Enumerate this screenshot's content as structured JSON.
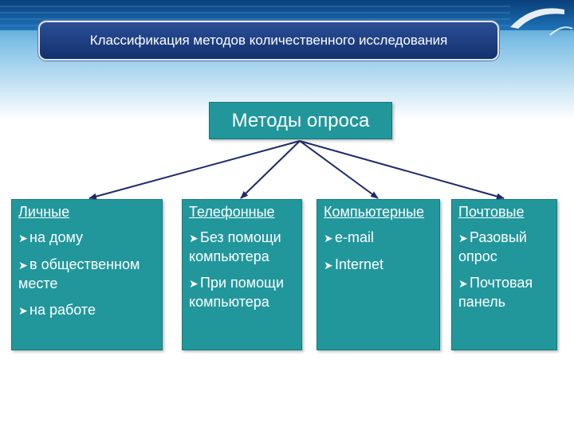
{
  "banner": {
    "title": "Классификация методов количественного исследования"
  },
  "root": {
    "label": "Методы опроса"
  },
  "bullet_icon": "arrow-right-icon",
  "colors": {
    "box": "#21979c",
    "banner": "#1a3c80",
    "arrow": "#1d2a6b"
  },
  "columns": [
    {
      "head": "Личные",
      "items": [
        "на дому",
        "в общественном месте",
        "на работе"
      ]
    },
    {
      "head": "Телефонные",
      "items": [
        "Без помощи компьютера",
        "При помощи компьютера"
      ]
    },
    {
      "head": "Компьютерные",
      "items": [
        "e-mail",
        "Internet"
      ]
    },
    {
      "head": "Почтовые",
      "items": [
        "Разовый опрос",
        "Почтовая панель"
      ]
    }
  ]
}
